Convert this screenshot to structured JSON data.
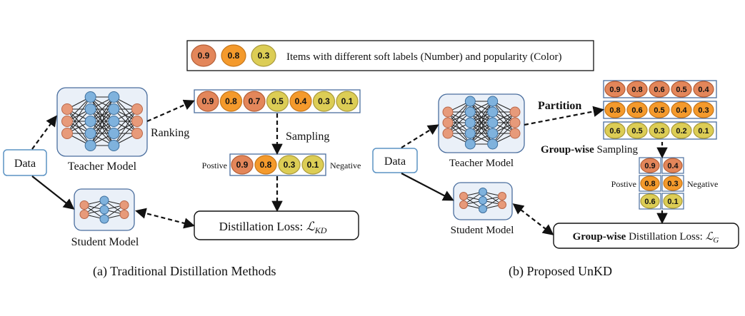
{
  "legend": {
    "values": [
      "0.9",
      "0.8",
      "0.3"
    ],
    "text": "Items with different soft labels (Number) and popularity (Color)"
  },
  "colors": {
    "high": "#e3865a",
    "mid": "#f49a2c",
    "low": "#dccd55",
    "stroke_high": "#b45e36",
    "stroke_mid": "#c7761a",
    "stroke_low": "#a9993a",
    "box_border": "#4a6e9e",
    "box_fill": "#eaf0f8",
    "data_border": "#5b93c4"
  },
  "panel_a": {
    "data_label": "Data",
    "teacher_label": "Teacher Model",
    "student_label": "Student Model",
    "ranking_label": "Ranking",
    "sampling_label": "Sampling",
    "ranked_items": [
      "0.9",
      "0.8",
      "0.7",
      "0.5",
      "0.4",
      "0.3",
      "0.1"
    ],
    "ranked_colors": [
      "high",
      "mid",
      "high",
      "low",
      "mid",
      "low",
      "low"
    ],
    "positive_label": "Postive",
    "negative_label": "Negative",
    "sampled_items": [
      "0.9",
      "0.8",
      "0.3",
      "0.1"
    ],
    "sampled_colors": [
      "high",
      "mid",
      "low",
      "low"
    ],
    "loss_label": "Distillation Loss: ",
    "loss_symbol": "ℒ",
    "loss_sub": "KD",
    "caption": "(a)  Traditional Distillation Methods"
  },
  "panel_b": {
    "data_label": "Data",
    "teacher_label": "Teacher Model",
    "student_label": "Student Model",
    "partition_label": "Partition",
    "groups": [
      {
        "items": [
          "0.9",
          "0.8",
          "0.6",
          "0.5",
          "0.4"
        ],
        "colors": [
          "high",
          "high",
          "high",
          "high",
          "high"
        ]
      },
      {
        "items": [
          "0.8",
          "0.6",
          "0.5",
          "0.4",
          "0.3"
        ],
        "colors": [
          "mid",
          "mid",
          "mid",
          "mid",
          "mid"
        ]
      },
      {
        "items": [
          "0.6",
          "0.5",
          "0.3",
          "0.2",
          "0.1"
        ],
        "colors": [
          "low",
          "low",
          "low",
          "low",
          "low"
        ]
      }
    ],
    "groupwise_bold": "Group-wise",
    "sampling_rest": " Sampling",
    "positive_label": "Postive",
    "negative_label": "Negative",
    "sampled_pairs": [
      {
        "pos": "0.9",
        "neg": "0.4",
        "color": "high"
      },
      {
        "pos": "0.8",
        "neg": "0.3",
        "color": "mid"
      },
      {
        "pos": "0.6",
        "neg": "0.1",
        "color": "low"
      }
    ],
    "loss_bold": "Group-wise",
    "loss_label": " Distillation Loss: ",
    "loss_symbol": "ℒ",
    "loss_sub": "G",
    "caption": "(b)  Proposed UnKD"
  }
}
